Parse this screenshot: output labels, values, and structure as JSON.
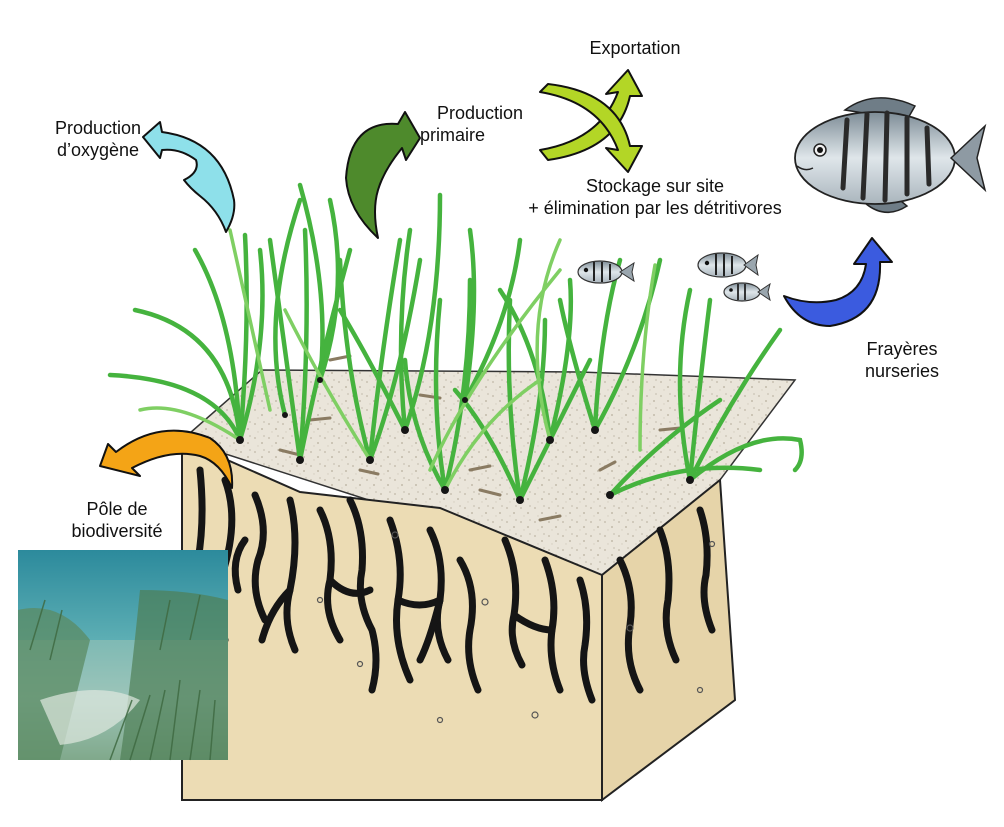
{
  "labels": {
    "oxygen": [
      "Production",
      "d’oxygène"
    ],
    "primary": [
      "Production",
      "primaire"
    ],
    "export": "Exportation",
    "storage": [
      "Stockage sur site",
      "+ élimination par les détritivores"
    ],
    "nursery": [
      "Frayères",
      "nurseries"
    ],
    "biodiversity": [
      "Pôle de",
      "biodiversité"
    ]
  },
  "icons": {
    "oxygen": "light-blue-curved-arrow-icon",
    "primary": "dark-green-curved-arrow-icon",
    "export_storage": "lime-double-arrow-icon",
    "nursery": "blue-curved-arrow-icon",
    "biodiversity": "orange-curved-arrow-icon"
  },
  "colors": {
    "oxygen_arrow": "#8ee0ea",
    "primary_arrow": "#4e8a2c",
    "export_arrow": "#b3d626",
    "nursery_arrow": "#3b5bdf",
    "biodiversity_arrow": "#f4a416",
    "seagrass": "#3fae3a",
    "sediment_side": "#ecdcb4",
    "sediment_top": "#ece6da",
    "rhizome": "#151515"
  }
}
